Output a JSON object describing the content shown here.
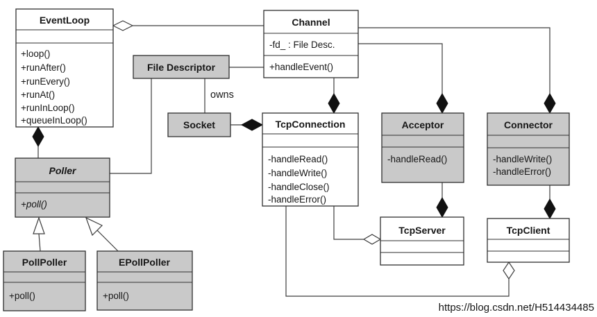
{
  "diagram": {
    "type": "uml-class-diagram",
    "owns_label": "owns",
    "watermark": "https://blog.csdn.net/H514434485",
    "colors": {
      "shaded_fill": "#c9c9c9",
      "plain_fill": "#ffffff",
      "line": "#3c3c3c",
      "watermark": "#d5cfc9"
    },
    "classes": {
      "eventloop": {
        "name": "EventLoop",
        "methods": [
          "+loop()",
          "+runAfter()",
          "+runEvery()",
          "+runAt()",
          "+runInLoop()",
          "+queueInLoop()"
        ]
      },
      "channel": {
        "name": "Channel",
        "attributes": [
          "-fd_ : File Desc."
        ],
        "methods": [
          "+handleEvent()"
        ]
      },
      "file_descriptor": {
        "name": "File Descriptor"
      },
      "socket": {
        "name": "Socket"
      },
      "tcpconnection": {
        "name": "TcpConnection",
        "methods": [
          "-handleRead()",
          "-handleWrite()",
          "-handleClose()",
          "-handleError()"
        ]
      },
      "acceptor": {
        "name": "Acceptor",
        "methods": [
          "-handleRead()"
        ]
      },
      "connector": {
        "name": "Connector",
        "methods": [
          "-handleWrite()",
          "-handleError()"
        ]
      },
      "tcpserver": {
        "name": "TcpServer"
      },
      "tcpclient": {
        "name": "TcpClient"
      },
      "poller": {
        "name": "Poller",
        "methods": [
          "+poll()"
        ]
      },
      "pollpoller": {
        "name": "PollPoller",
        "methods": [
          "+poll()"
        ]
      },
      "epollpoller": {
        "name": "EPollPoller",
        "methods": [
          "+poll()"
        ]
      }
    }
  }
}
